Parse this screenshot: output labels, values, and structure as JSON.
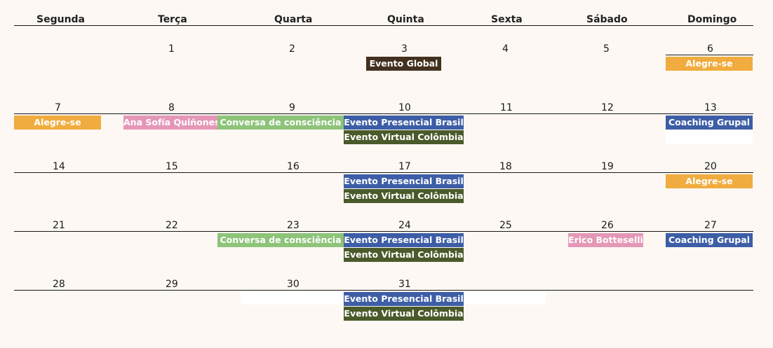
{
  "weekdays": [
    "Segunda",
    "Terça",
    "Quarta",
    "Quinta",
    "Sexta",
    "Sábado",
    "Domingo"
  ],
  "days": [
    "1",
    "2",
    "3",
    "4",
    "5",
    "6",
    "7",
    "8",
    "9",
    "10",
    "11",
    "12",
    "13",
    "14",
    "15",
    "16",
    "17",
    "18",
    "19",
    "20",
    "21",
    "22",
    "23",
    "24",
    "25",
    "26",
    "27",
    "28",
    "29",
    "30",
    "31"
  ],
  "events": {
    "global": "Evento Global",
    "alegre": "Alegre-se",
    "ana": "Ana Sofía Quiñones",
    "conversa": "Conversa de consciência",
    "presencial": "Evento Presencial Brasil",
    "virtual": "Evento Virtual Colômbia",
    "coaching": "Coaching Grupal",
    "erico": "Erico Botteselli"
  },
  "colors": {
    "background": "#fdf8f3",
    "global": "#43301f",
    "alegre": "#f0ac3e",
    "ana": "#e597b8",
    "conversa": "#8ec47a",
    "presencial": "#3d5ea6",
    "virtual": "#4a5a2a",
    "coaching": "#3d5ea6",
    "erico": "#e597b8"
  }
}
